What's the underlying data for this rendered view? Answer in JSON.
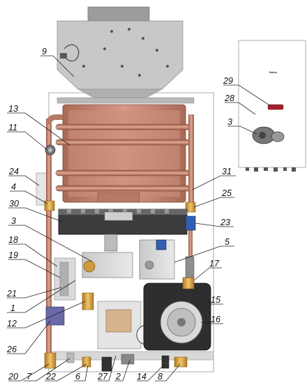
{
  "callouts": {
    "c1": "1",
    "c2": "2",
    "c3": "3",
    "c3b": "3",
    "c4": "4",
    "c5": "5",
    "c6": "6",
    "c7": "7",
    "c8": "8",
    "c9": "9",
    "c11": "11",
    "c12": "12",
    "c13": "13",
    "c14": "14",
    "c15": "15",
    "c16": "16",
    "c17": "17",
    "c18": "18",
    "c19": "19",
    "c20": "20",
    "c21": "21",
    "c22": "22",
    "c23": "23",
    "c24": "24",
    "c25": "25",
    "c26": "26",
    "c27": "27",
    "c28": "28",
    "c29": "29",
    "c30": "30",
    "c31": "31"
  },
  "inset": {
    "brand": "Baltur"
  },
  "colors": {
    "copper": "#c9826a",
    "copper_dark": "#9a5a45",
    "brass": "#d9a64a",
    "frame": "#bdbdbd",
    "metal": "#9e9e9e",
    "dark": "#3a3a3a",
    "blue": "#2f5fb3"
  }
}
